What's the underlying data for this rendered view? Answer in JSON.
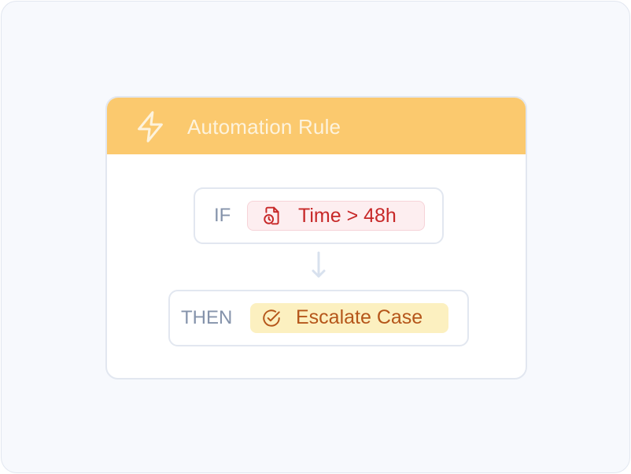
{
  "rule": {
    "title": "Automation Rule",
    "header_icon": "lightning-icon",
    "condition": {
      "keyword": "IF",
      "icon": "file-clock-icon",
      "text": "Time > 48h"
    },
    "flow_icon": "arrow-down-icon",
    "action": {
      "keyword": "THEN",
      "icon": "check-circle-icon",
      "text": "Escalate Case"
    }
  },
  "colors": {
    "header_bg": "#fbc96e",
    "condition_text": "#c72828",
    "condition_bg": "#fdeef0",
    "action_text": "#b5561a",
    "action_bg": "#fcf0c0",
    "keyword": "#8593ab"
  }
}
